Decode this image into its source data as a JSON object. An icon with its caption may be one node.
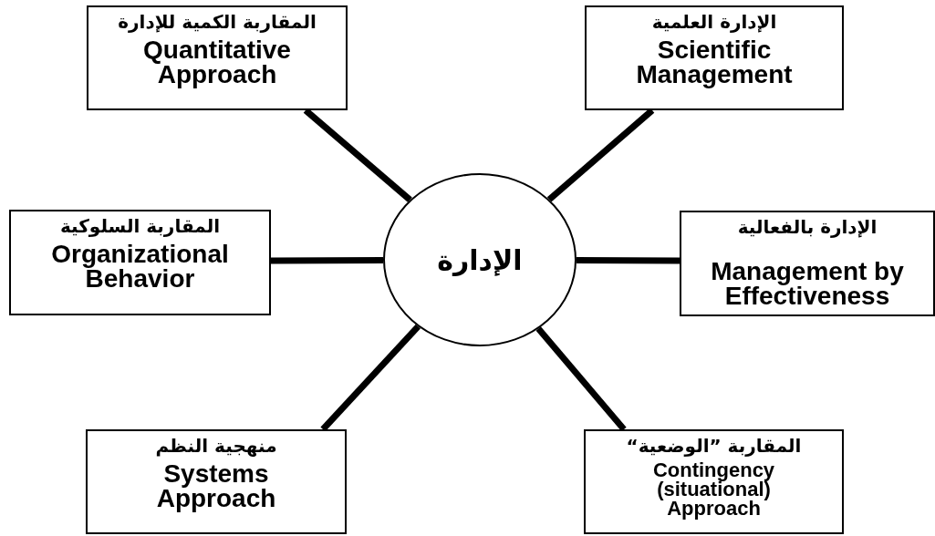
{
  "diagram": {
    "nodes": [
      {
        "text": [
          "الإدارة"
        ]
      },
      {
        "text": [
          "المقاربة الكمية للإدارة",
          "Quantitative Approach"
        ]
      },
      {
        "text": [
          "الإدارة العلمية",
          "Scientific Management"
        ]
      },
      {
        "text": [
          "المقاربة السلوكية",
          "Organizational Behavior"
        ]
      },
      {
        "text": [
          "الإدارة بالفعالية",
          "Management by Effectiveness"
        ]
      },
      {
        "text": [
          "منهجية النظم",
          "Systems Approach"
        ]
      },
      {
        "text": [
          "المقاربة ”الوضعية“",
          "Contingency (situational) Approach"
        ]
      }
    ],
    "edges": [
      {
        "from": 0,
        "to": 1,
        "arrow": "none"
      },
      {
        "from": 0,
        "to": 2,
        "arrow": "none"
      },
      {
        "from": 0,
        "to": 3,
        "arrow": "none"
      },
      {
        "from": 0,
        "to": 4,
        "arrow": "none"
      },
      {
        "from": 0,
        "to": 5,
        "arrow": "none"
      },
      {
        "from": 0,
        "to": 6,
        "arrow": "none"
      }
    ]
  }
}
